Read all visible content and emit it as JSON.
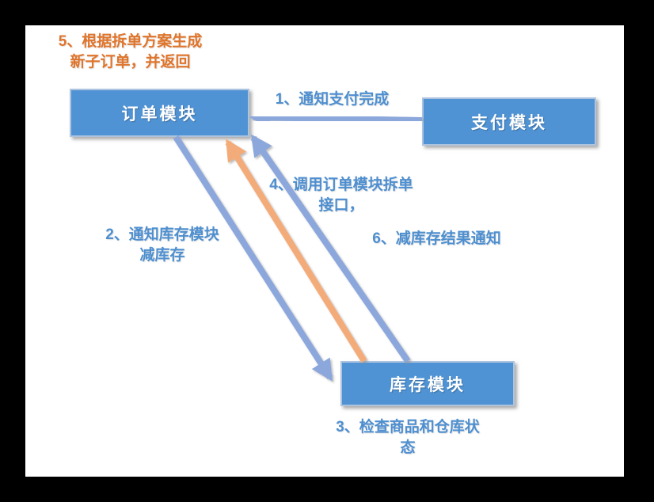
{
  "diagram": {
    "note5": {
      "line1": "5、根据拆单方案生成",
      "line2": "新子订单，并返回"
    },
    "nodes": {
      "order": "订单模块",
      "payment": "支付模块",
      "inventory": "库存模块"
    },
    "labels": {
      "l1": "1、通知支付完成",
      "l2a": "2、通知库存模块",
      "l2b": "减库存",
      "l3a": "3、检查商品和仓库状",
      "l3b": "态",
      "l4a": "4、调用订单模块拆单",
      "l4b": "接口，",
      "l6": "6、减库存结果通知"
    },
    "arrows": [
      {
        "id": "arrow-1-notify-payment-complete",
        "from": "payment",
        "to": "order",
        "color": "blue"
      },
      {
        "id": "arrow-2-notify-reduce-stock",
        "from": "order",
        "to": "inventory",
        "color": "blue"
      },
      {
        "id": "arrow-5-return-suborders",
        "from": "inventory",
        "to": "order",
        "color": "orange"
      },
      {
        "id": "arrow-6-reduce-stock-result",
        "from": "inventory",
        "to": "order",
        "color": "blue"
      }
    ],
    "colors": {
      "box_fill": "#4f93d5",
      "box_border": "#aec4de",
      "arrow_blue": "#8ca7db",
      "arrow_orange": "#f3ac79",
      "text_blue": "#4e8fd0",
      "text_orange": "#e0752c",
      "node_text": "#ffffff",
      "frame": "#000000",
      "canvas": "#ffffff"
    }
  }
}
